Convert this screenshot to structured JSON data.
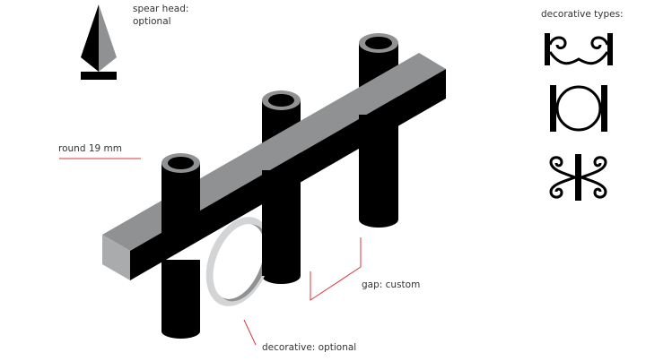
{
  "labels": {
    "spear_head": "spear head:",
    "spear_optional": "optional",
    "round": "round 19 mm",
    "gap": "gap: custom",
    "decorative": "decorative: optional",
    "decorative_types": "decorative types:"
  },
  "colors": {
    "black": "#000000",
    "grey": "#8f9193",
    "light_grey": "#d2d4d5",
    "red": "#d9363e"
  }
}
